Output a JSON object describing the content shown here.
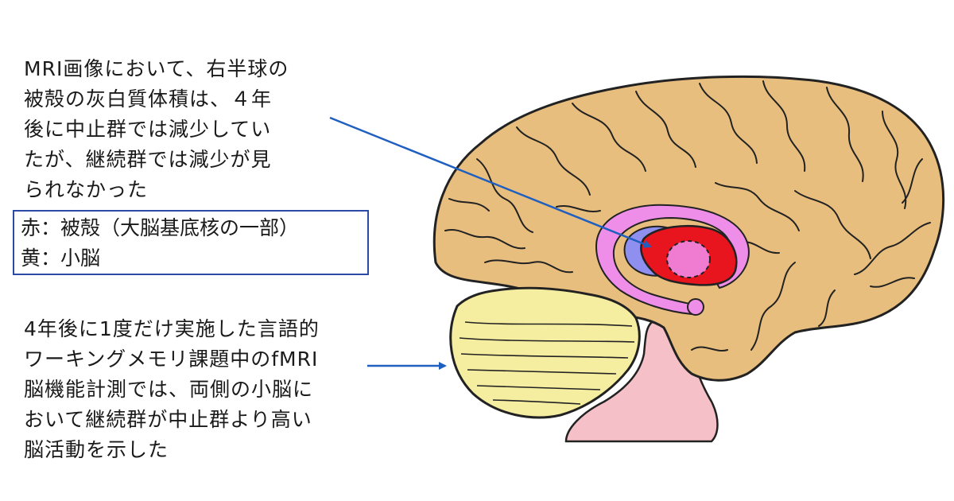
{
  "annotation_top": {
    "lines": [
      "MRI画像において、右半球の",
      "被殻の灰白質体積は、４年",
      "後に中止群では減少してい",
      "たが、継続群では減少が見",
      "られなかった"
    ]
  },
  "legend": {
    "lines": [
      "赤：被殻（大脳基底核の一部）",
      "黄：小脳"
    ],
    "border_color": "#2b4aa6"
  },
  "annotation_bottom": {
    "lines": [
      "4年後に1度だけ実施した言語的",
      "ワーキングメモリ課題中のfMRI",
      "脳機能計測では、両側の小脳に",
      "おいて継続群が中止群より高い",
      "脳活動を示した"
    ]
  },
  "colors": {
    "cortex": "#e8be7e",
    "cerebellum": "#f5eea0",
    "putamen": "#e8141e",
    "globus_pallidus": "#f07cd2",
    "caudate_ring": "#ee8ee8",
    "thalamus_blue": "#8f8ff0",
    "brainstem": "#f5c0c8",
    "arrow": "#1f5fbf"
  }
}
